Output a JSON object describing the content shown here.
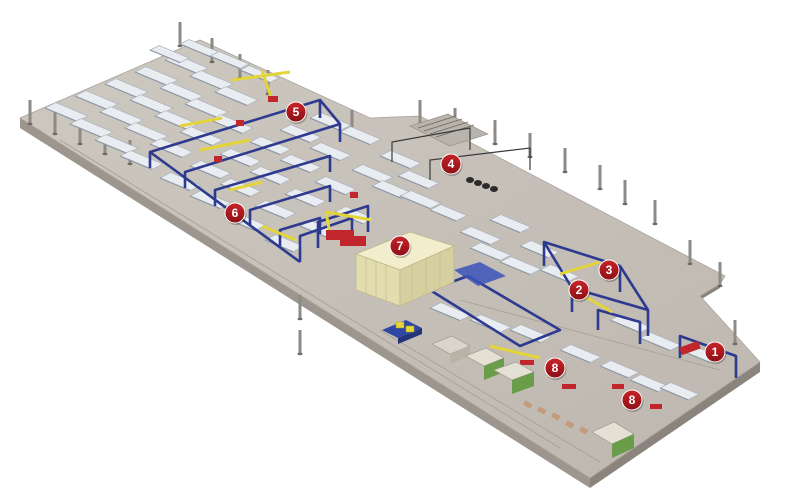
{
  "colors": {
    "background": "#ffffff",
    "floor_top": "#c9c4bc",
    "floor_side": "#9c968e",
    "table": "#e9edf2",
    "table_edge": "#aab2bd",
    "gantry": "#2d3a8f",
    "yellow": "#e9dc3a",
    "red_equipment": "#c0262c",
    "marker": "#a5161d",
    "booth": "#ece6bf"
  },
  "markers": [
    {
      "id": "m1",
      "label": "1"
    },
    {
      "id": "m2",
      "label": "2"
    },
    {
      "id": "m3",
      "label": "3"
    },
    {
      "id": "m4",
      "label": "4"
    },
    {
      "id": "m5",
      "label": "5"
    },
    {
      "id": "m6",
      "label": "6"
    },
    {
      "id": "m7",
      "label": "7"
    },
    {
      "id": "m8a",
      "label": "8"
    },
    {
      "id": "m8b",
      "label": "8"
    }
  ]
}
